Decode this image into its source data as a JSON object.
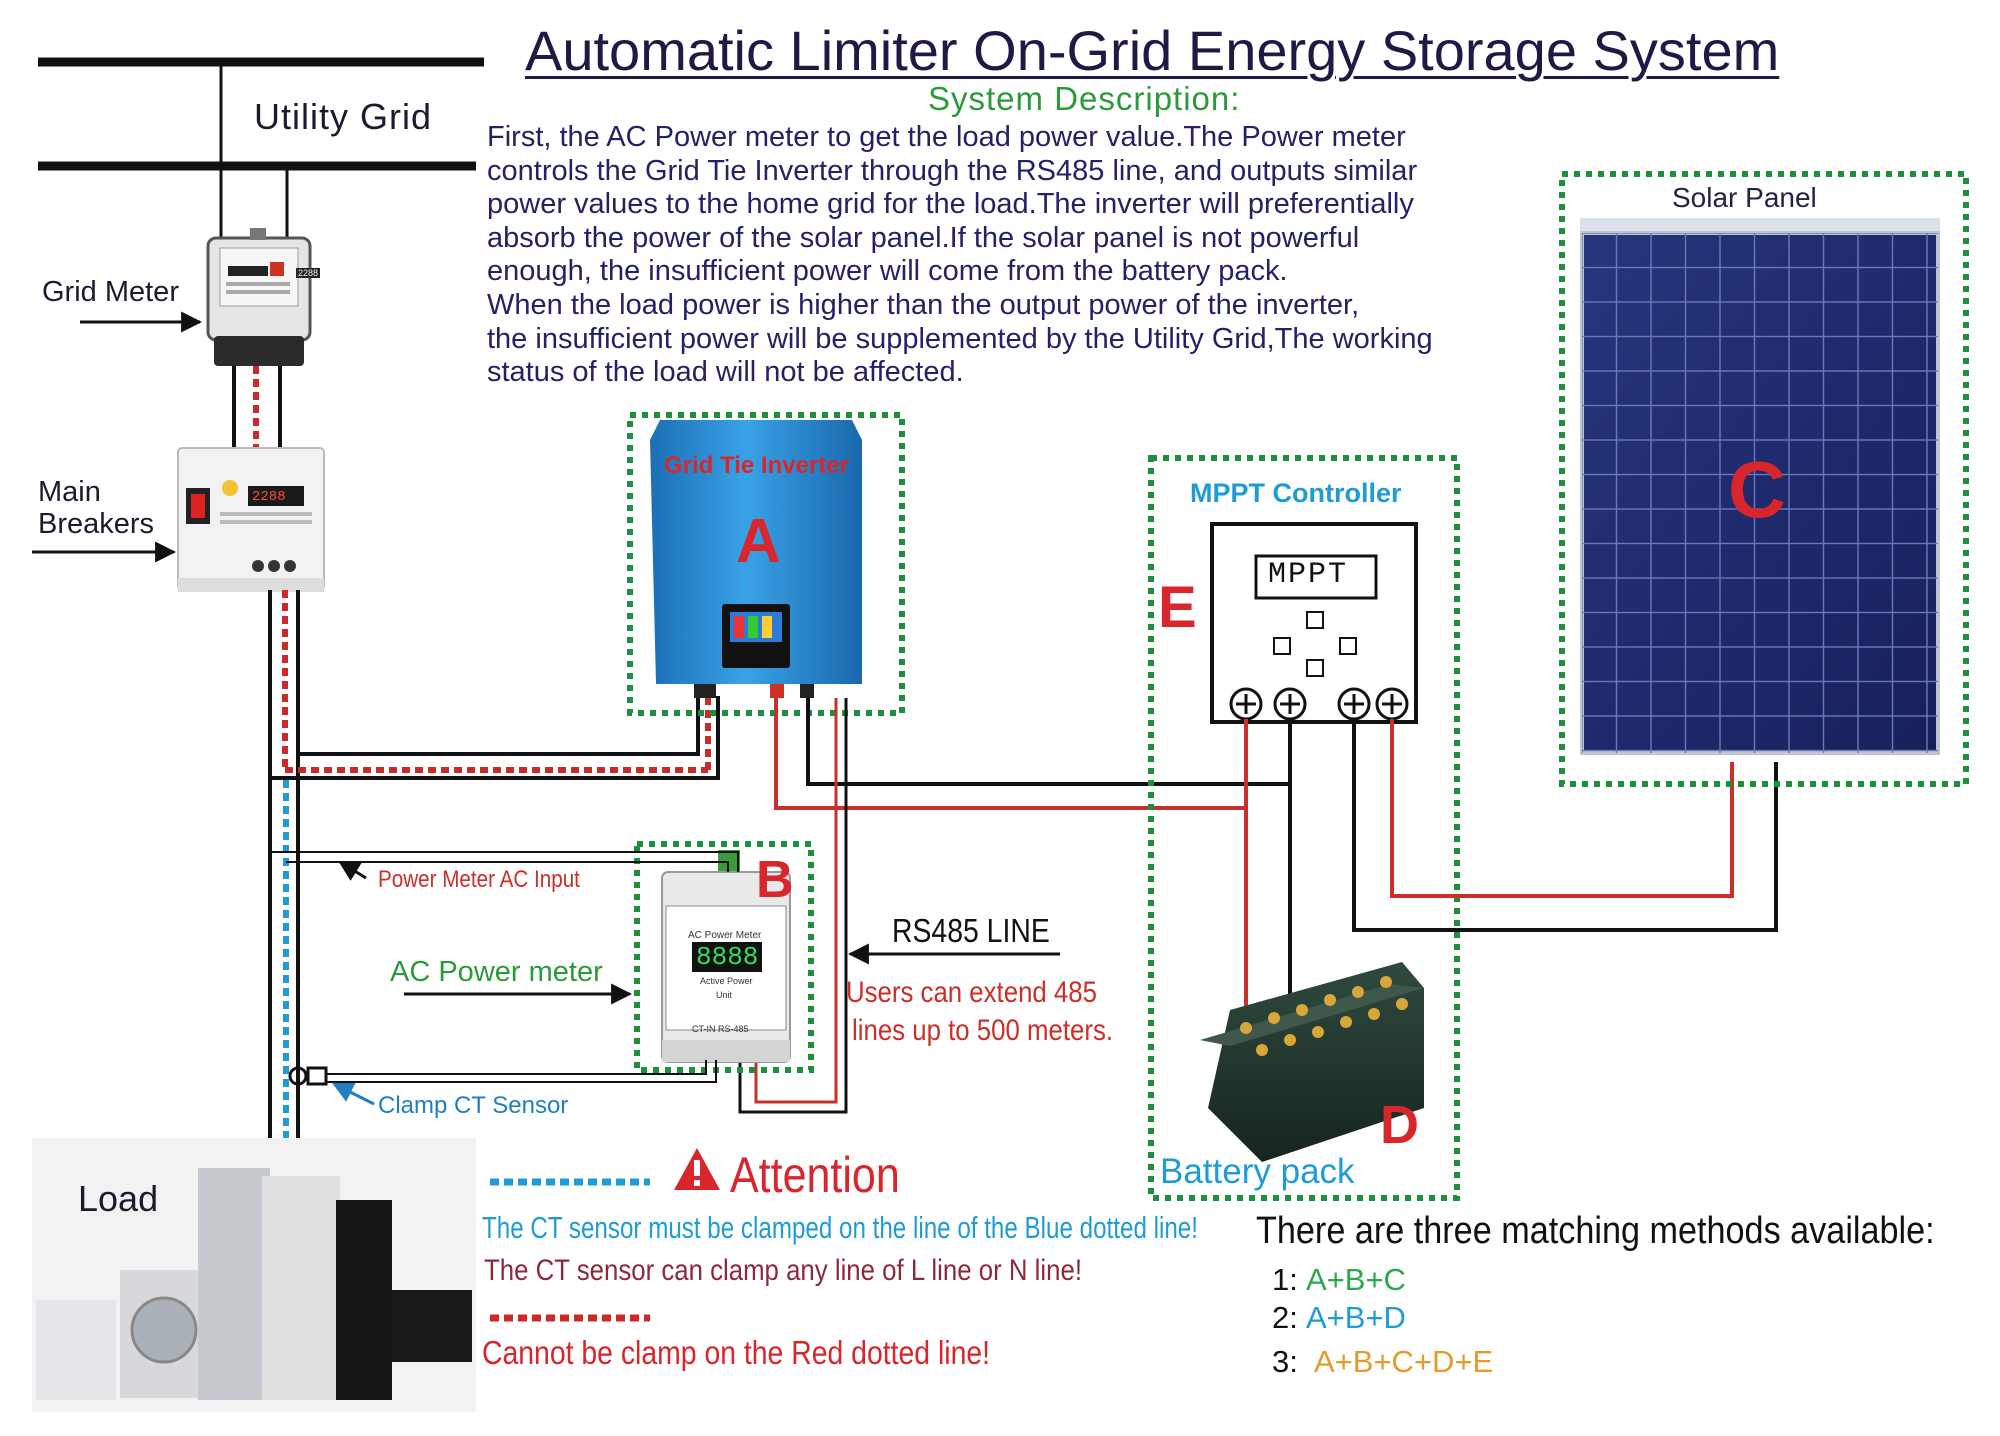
{
  "title": "Automatic Limiter On-Grid Energy Storage System",
  "system_description": {
    "heading": "System Description:",
    "lines": [
      "First, the AC Power meter to get the load power value.The Power meter",
      "controls the Grid Tie Inverter through the RS485 line, and outputs similar",
      "power values to the home grid for the load.The inverter will preferentially",
      "absorb the power of the solar panel.If the solar panel is not powerful",
      "enough, the insufficient power will come from the battery pack.",
      "When the load power is higher than the output power of the inverter,",
      "the insufficient power will be supplemented by the Utility Grid,The working",
      " status of the load will not be affected."
    ]
  },
  "labels": {
    "utility_grid": "Utility  Grid",
    "grid_meter": "Grid Meter",
    "main_breakers_1": "Main",
    "main_breakers_2": "Breakers",
    "grid_tie_inverter": "Grid Tie Inverter",
    "mppt_controller": "MPPT Controller",
    "mppt_display": "MPPT",
    "solar_panel": "Solar Panel",
    "power_meter_ac_input": "Power Meter AC Input",
    "ac_power_meter": "AC Power meter",
    "rs485_line": "RS485 LINE",
    "rs485_note_1": "Users can extend 485",
    "rs485_note_2": "lines up to 500 meters.",
    "clamp_ct_sensor": "Clamp CT Sensor",
    "battery_pack": "Battery pack",
    "load": "Load"
  },
  "device_screens": {
    "grid_meter_reading": "2288",
    "breaker_display": "2288",
    "power_meter_display": "8888",
    "power_meter_title": "AC Power Meter",
    "power_meter_sub": "Active Power",
    "power_meter_unit": "Unit",
    "power_meter_ports": "CT-IN   RS-485"
  },
  "component_letters": {
    "A": "A",
    "B": "B",
    "C": "C",
    "D": "D",
    "E": "E"
  },
  "attention": {
    "heading": "Attention",
    "blue_note": "The CT sensor must be clamped on the line of the Blue dotted line!",
    "note_2": "The CT sensor can clamp any line of L line or N line!",
    "red_note": "Cannot be clamp on the Red dotted line!"
  },
  "matching": {
    "heading": "There are three matching methods available:",
    "methods": [
      {
        "num": "1:",
        "combo": "A+B+C",
        "color": "#2aa84a"
      },
      {
        "num": "2:",
        "combo": "A+B+D",
        "color": "#1f9bd6"
      },
      {
        "num": "3:",
        "combo": "A+B+C+D+E",
        "color": "#e69a2e"
      }
    ]
  },
  "colors": {
    "letter_red": "#d8262c",
    "green_dots": "#1e8f3a",
    "blue_dots": "#1f9bd6",
    "red_dots": "#c92b2b",
    "wire_red": "#c9302c",
    "wire_black": "#111111",
    "inverter_blue": "#2f8fd4",
    "solar_cell": "#1d2a6b",
    "title_navy": "#1e1a45",
    "desc_navy": "#222266"
  },
  "icons": {
    "attention": "warning-triangle-icon",
    "pointer": "arrow-right-icon"
  }
}
